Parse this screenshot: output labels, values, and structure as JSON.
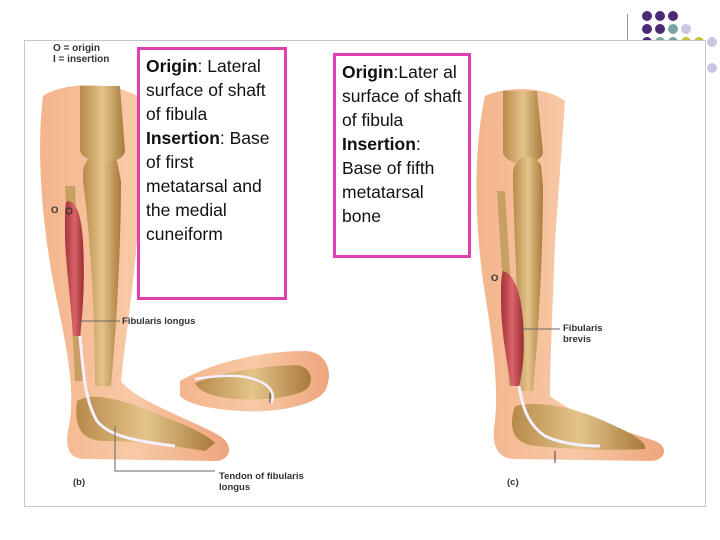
{
  "legend": {
    "origin": "O = origin",
    "insertion": "I = insertion"
  },
  "box_left": {
    "origin_title": "Origin",
    "origin_text": ": Lateral surface of shaft of fibula",
    "insertion_title": "Insertion",
    "insertion_text": ": Base of first metatarsal and the medial cuneiform"
  },
  "box_right": {
    "origin_title": "Origin",
    "origin_text": ":Later al surface of shaft of fibula",
    "insertion_title": "Insertion",
    "insertion_text": ": Base of fifth metatarsal bone"
  },
  "labels": {
    "o_marker_b": "O",
    "o_marker_c": "O",
    "fibularis_longus": "Fibularis longus",
    "fibularis_brevis": "Fibularis brevis",
    "tendon": "Tendon of fibularis longus",
    "panel_b": "(b)",
    "panel_c": "(c)"
  },
  "colors": {
    "box_border": "#e040b0",
    "dot_purple": "#4a2a72",
    "dot_teal": "#7aa3a3",
    "dot_olive": "#c7c23a",
    "dot_lavender": "#c9c6e0"
  }
}
